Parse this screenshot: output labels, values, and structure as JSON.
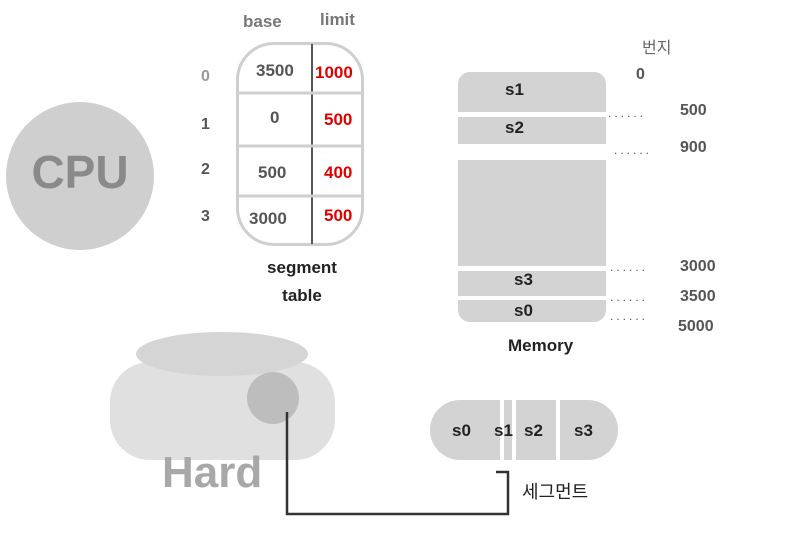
{
  "cpu": {
    "label": "CPU"
  },
  "segment_table": {
    "headers": {
      "base": "base",
      "limit": "limit"
    },
    "rows": [
      {
        "index": "0",
        "base": "3500",
        "limit": "1000"
      },
      {
        "index": "1",
        "base": "0",
        "limit": "500"
      },
      {
        "index": "2",
        "base": "500",
        "limit": "400"
      },
      {
        "index": "3",
        "base": "3000",
        "limit": "500"
      }
    ],
    "caption_line1": "segment",
    "caption_line2": "table"
  },
  "memory": {
    "address_header": "번지",
    "segments": {
      "s1": "s1",
      "s2": "s2",
      "s3": "s3",
      "s0": "s0"
    },
    "addresses": [
      "0",
      "500",
      "900",
      "3000",
      "3500",
      "5000"
    ],
    "dots": "......",
    "label": "Memory"
  },
  "disk": {
    "label": "Hard"
  },
  "program": {
    "segments": [
      "s0",
      "s1",
      "s2",
      "s3"
    ],
    "label": "세그먼트"
  },
  "colors": {
    "accent_red": "#e00000",
    "light_gray": "#d3d3d3",
    "mid_gray": "#c4c4c4"
  }
}
